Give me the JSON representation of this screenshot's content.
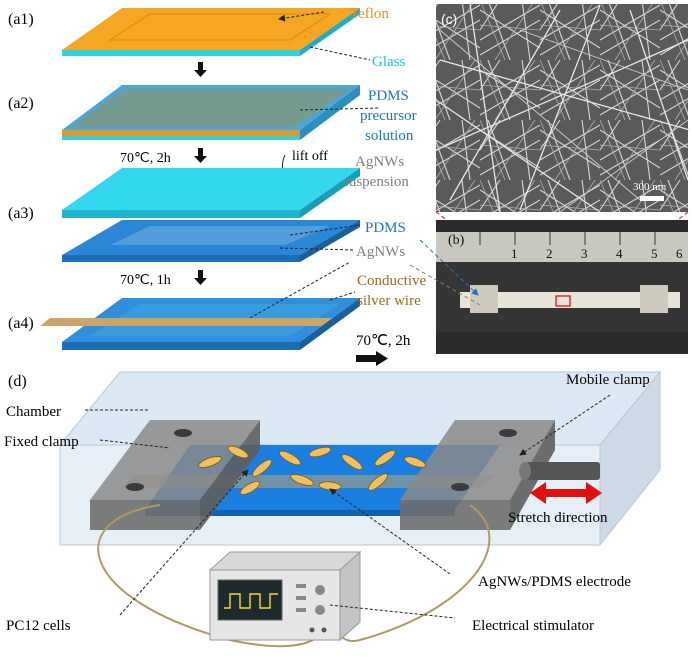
{
  "panels": {
    "a1": "(a1)",
    "a2": "(a2)",
    "a3": "(a3)",
    "a4": "(a4)",
    "b": "(b)",
    "c": "(c)",
    "d": "(d)"
  },
  "layer_labels": {
    "teflon": "Teflon",
    "glass": "Glass",
    "pdms_precursor_1": "PDMS",
    "pdms_precursor_2": "precursor",
    "pdms_precursor_3": "solution",
    "lift_off": "lift off",
    "agnws_susp_1": "AgNWs",
    "agnws_susp_2": "suspension",
    "pdms": "PDMS",
    "agnws": "AgNWs",
    "wire_1": "Conductive",
    "wire_2": "silver wire"
  },
  "steps": {
    "step1": "70℃, 2h",
    "step2": "70℃, 1h",
    "step3": "70℃, 2h"
  },
  "sem_scale": "300 nm",
  "ruler_numbers": [
    "1",
    "2",
    "3",
    "4",
    "5",
    "6"
  ],
  "setup_labels": {
    "chamber": "Chamber",
    "fixed_clamp": "Fixed clamp",
    "mobile_clamp": "Mobile clamp",
    "stretch": "Stretch direction",
    "electrode": "AgNWs/PDMS electrode",
    "cells": "PC12 cells",
    "stimulator": "Electrical stimulator"
  },
  "colors": {
    "teflon": "#f5a623",
    "glass": "#33d1e0",
    "pdms": "#1e7fd0",
    "pdms_light": "#35b8ea",
    "precursor": "#7a9a8a",
    "wire": "#c9a56a",
    "label_orange": "#e8901a",
    "label_cyan": "#1fc3d6",
    "label_blue": "#1f73c4",
    "label_gray": "#7f7f7f",
    "label_brown": "#9a6a1e",
    "red_arrow": "#e01010"
  }
}
